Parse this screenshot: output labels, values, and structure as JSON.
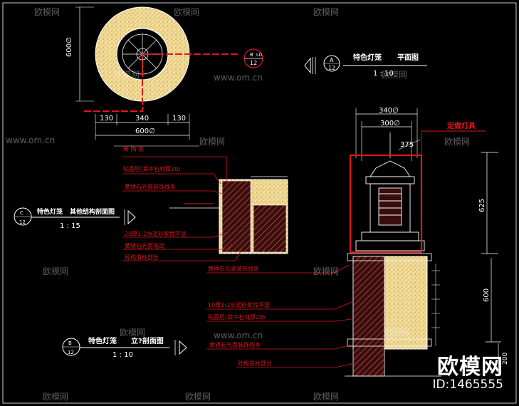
{
  "plan": {
    "title": "特色灯笼",
    "subtitle": "平面图",
    "scale": "1 : 10",
    "tag_letter": "A",
    "tag_sheet": "12",
    "dim_height": "600∅",
    "dims_bottom": [
      "130",
      "340",
      "130"
    ],
    "dim_total": "600∅"
  },
  "plan_marker": {
    "letter": "B",
    "sheet": "12",
    "mark": "LD"
  },
  "detail": {
    "title": "特色灯笼",
    "subtitle": "其他结构剖面图",
    "scale": "1 : 15",
    "tag_letter": "C",
    "tag_sheet": "12",
    "labels": [
      "新 陶 瓷",
      "贴面层(其中石材厚20)",
      "黄锈石光面装饰线条",
      "20厚1:2水泥砂浆找平层",
      "黄锈石光面花岗",
      "砼构造柱部分"
    ]
  },
  "elevation": {
    "title": "特色灯笼",
    "subtitle": "立?剖面图",
    "scale": "1 : 10",
    "tag_letter": "B",
    "tag_sheet": "12",
    "dim_top_1": "340∅",
    "dim_top_2": "300∅",
    "dim_375": "375",
    "dim_625": "625",
    "dim_600": "600",
    "dim_200": "200",
    "custom_label": "定做灯具",
    "labels": [
      "黄锈石光面装饰线条",
      "10厚1:2水泥砂浆找平层",
      "贴面层(其中石材厚20)",
      "黄锈石光面装饰线条",
      "砼构造柱部分"
    ]
  },
  "watermarks": [
    "欧模网",
    "www.om.cn"
  ],
  "brand": {
    "name": "欧模网",
    "id": "ID:1465555"
  },
  "colors": {
    "background": "#000000",
    "line": "#ffffff",
    "red": "#e0161b",
    "fill": "#f2dc96",
    "hatch": "#c8584e"
  }
}
